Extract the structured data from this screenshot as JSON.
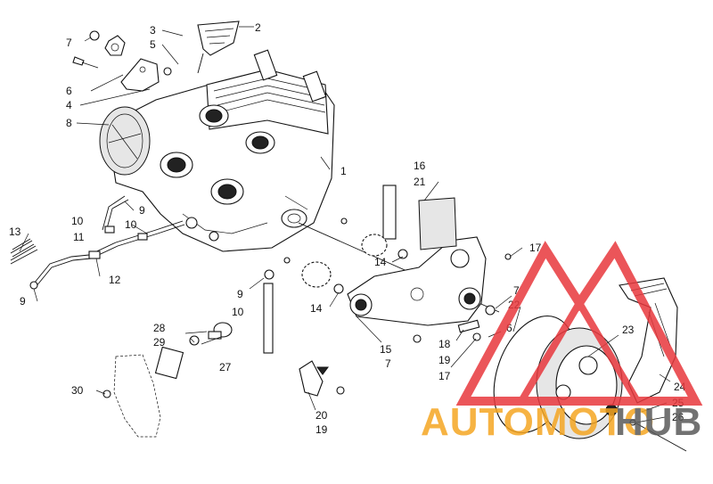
{
  "diagram": {
    "labels": {
      "n1": "1",
      "n2": "2",
      "n3": "3",
      "n4": "4",
      "n5": "5",
      "n6a": "6",
      "n6b": "6",
      "n7a": "7",
      "n7b": "7",
      "n7c": "7",
      "n8": "8",
      "n9a": "9",
      "n9b": "9",
      "n9c": "9",
      "n10a": "10",
      "n10b": "10",
      "n10c": "10",
      "n11": "11",
      "n12": "12",
      "n13": "13",
      "n14a": "14",
      "n14b": "14",
      "n15": "15",
      "n16": "16",
      "n17a": "17",
      "n17b": "17",
      "n18": "18",
      "n19a": "19",
      "n19b": "19",
      "n20": "20",
      "n21": "21",
      "n22": "22",
      "n23": "23",
      "n24": "24",
      "n25": "25",
      "n26": "26",
      "n27": "27",
      "n28": "28",
      "n29": "29",
      "n30": "30"
    }
  },
  "watermark": {
    "word_orange": "AUTOMOTO",
    "word_gray": "HUB",
    "colors": {
      "red": "#e8383d",
      "orange": "#f5a623",
      "gray": "#5a5a5a"
    }
  }
}
